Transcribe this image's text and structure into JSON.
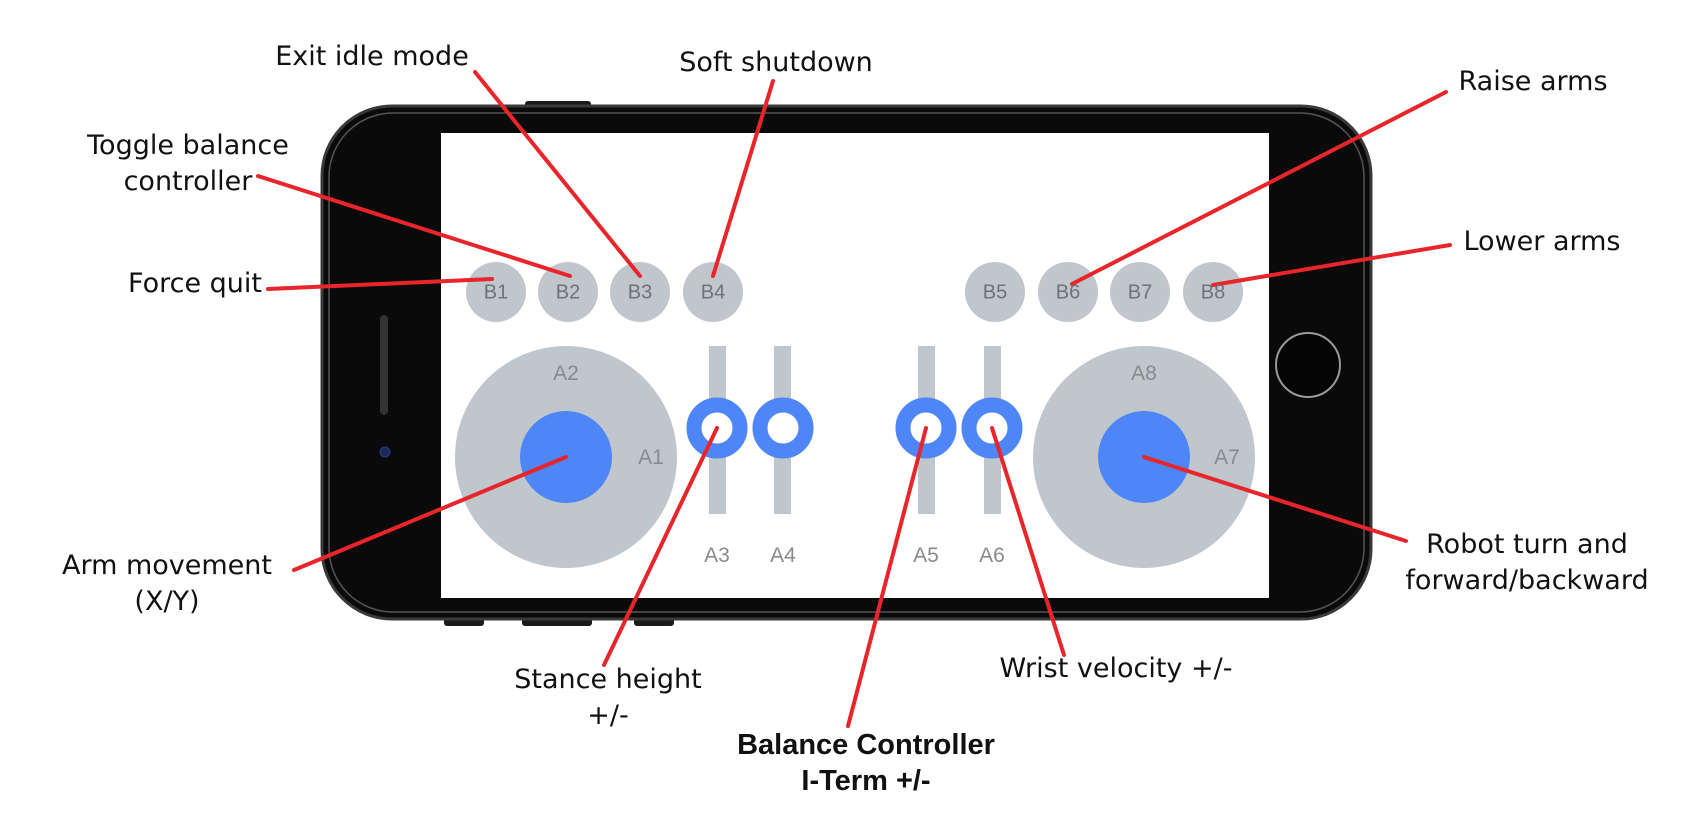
{
  "annotations": {
    "exit_idle_mode": "Exit idle mode",
    "soft_shutdown": "Soft shutdown",
    "raise_arms": "Raise arms",
    "toggle_balance_line1": "Toggle balance",
    "toggle_balance_line2": "controller",
    "lower_arms": "Lower arms",
    "force_quit": "Force quit",
    "arm_movement_line1": "Arm movement",
    "arm_movement_line2": "(X/Y)",
    "robot_turn_line1": "Robot turn and",
    "robot_turn_line2": "forward/backward",
    "stance_height_line1": "Stance height",
    "stance_height_line2": "+/-",
    "wrist_velocity": "Wrist velocity +/-",
    "balance_ctrl_line1": "Balance Controller",
    "balance_ctrl_line2": "I-Term +/-"
  },
  "buttons": {
    "b1": "B1",
    "b2": "B2",
    "b3": "B3",
    "b4": "B4",
    "b5": "B5",
    "b6": "B6",
    "b7": "B7",
    "b8": "B8"
  },
  "axes": {
    "a1": "A1",
    "a2": "A2",
    "a3": "A3",
    "a4": "A4",
    "a5": "A5",
    "a6": "A6",
    "a7": "A7",
    "a8": "A8"
  },
  "colors": {
    "leader_line": "#e8252a",
    "knob_blue": "#4f86f7",
    "control_gray": "#bfc6cc",
    "phone_body": "#0a0a0a"
  }
}
